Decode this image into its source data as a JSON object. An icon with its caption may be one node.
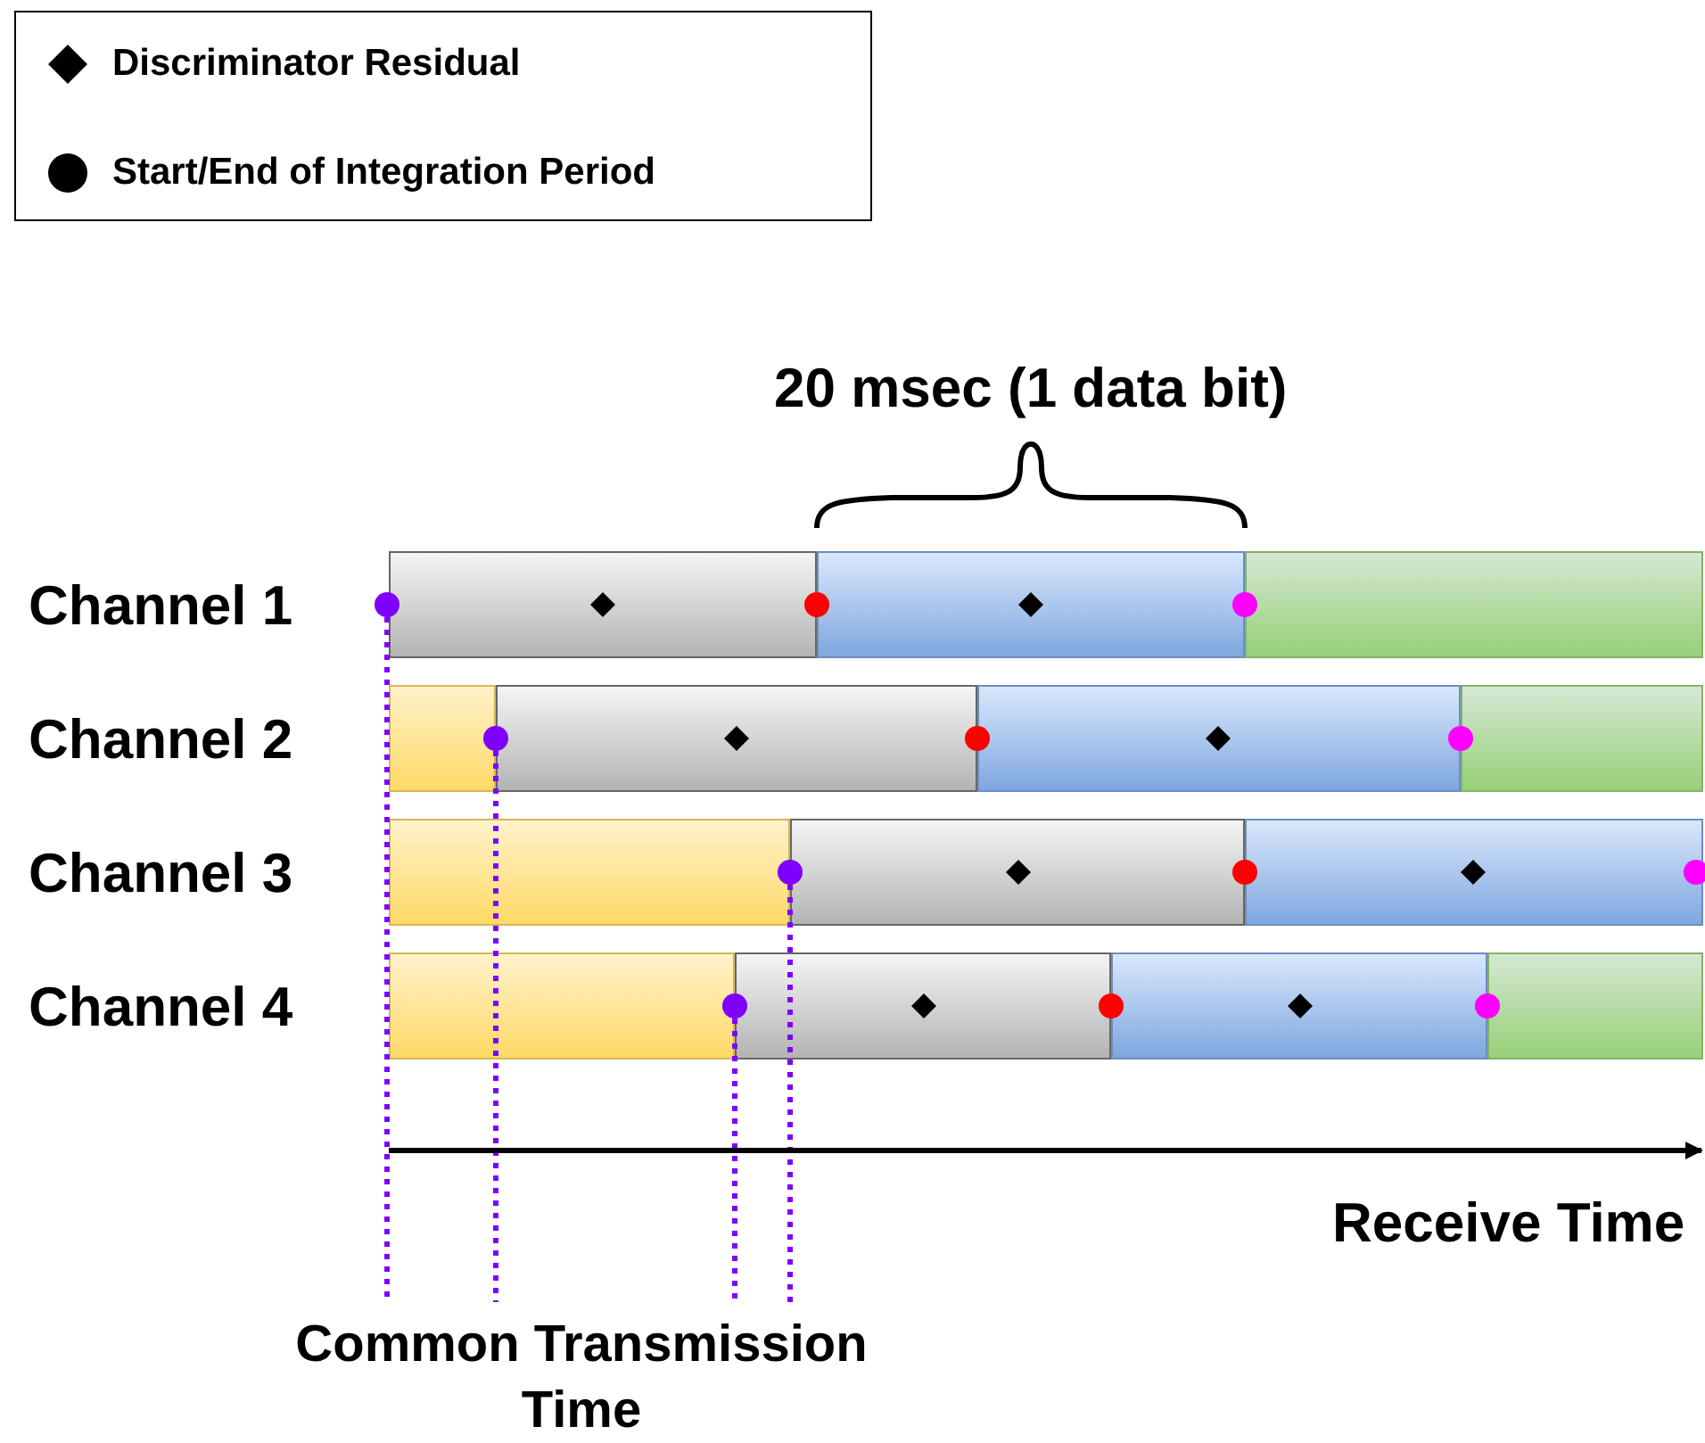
{
  "diagram": {
    "nodes": [
      {
        "text": [],
        "shape": "circle"
      },
      {
        "text": [],
        "shape": "circle"
      },
      {
        "text": [],
        "shape": "circle"
      },
      {
        "text": [],
        "shape": "circle"
      },
      {
        "text": [
          "Common Transmission Time"
        ]
      }
    ],
    "edges": [
      {
        "from": 4,
        "to": 0,
        "arrow": "none",
        "style": "dashed"
      },
      {
        "from": 4,
        "to": 1,
        "arrow": "none",
        "style": "dashed"
      },
      {
        "from": 4,
        "to": 2,
        "arrow": "none",
        "style": "dashed"
      },
      {
        "from": 4,
        "to": 3,
        "arrow": "none",
        "style": "dashed"
      }
    ],
    "labels": [
      "20 msec (1 data bit)",
      "Channel 1",
      "Channel 2",
      "Channel 3",
      "Channel 4",
      "Receive Time"
    ],
    "legend": [
      {
        "text": "Discriminator Residual"
      },
      {
        "text": "Start/End of Integration Period"
      }
    ]
  }
}
